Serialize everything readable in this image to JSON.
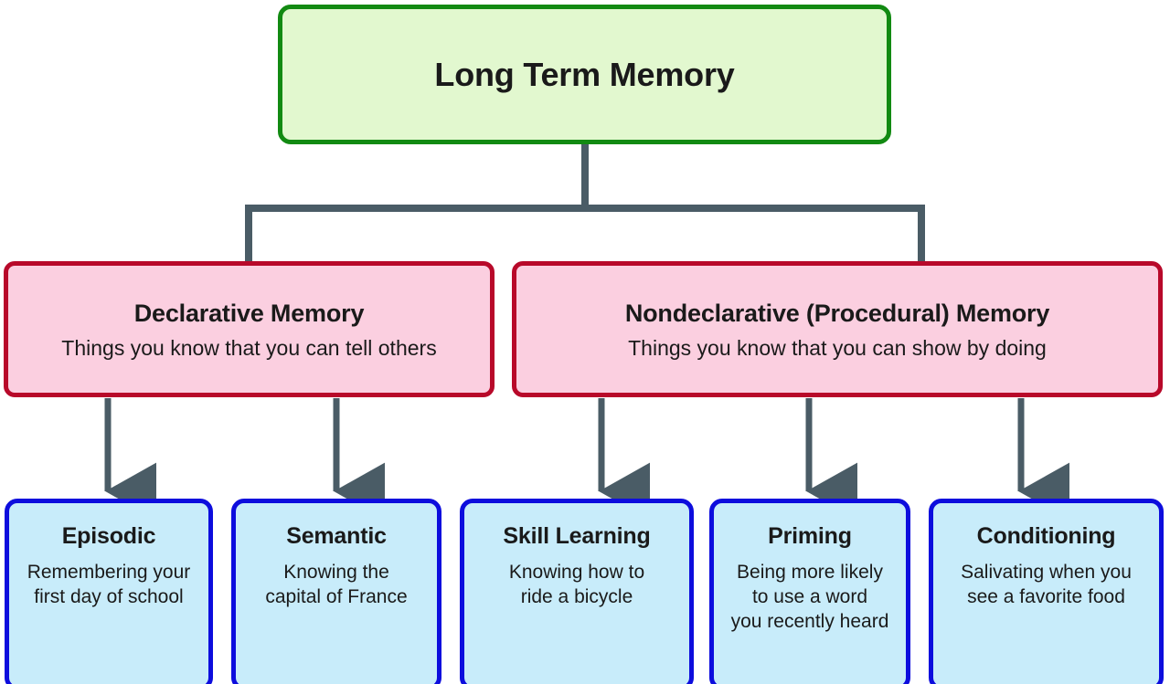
{
  "diagram": {
    "title": "Long Term Memory",
    "colors": {
      "root_fill": "#e2f8cf",
      "root_border": "#128a12",
      "level2_fill": "#fbcfe0",
      "level2_border": "#b8092a",
      "level3_fill": "#c8ecfa",
      "level3_border": "#0d0ddd",
      "connector": "#4a5c66",
      "background": "#ffffff",
      "text": "#1a1a1a"
    },
    "root": {
      "title": "Long Term Memory"
    },
    "level2": [
      {
        "id": "declarative",
        "title": "Declarative Memory",
        "desc": "Things you know that you can tell others"
      },
      {
        "id": "nondeclarative",
        "title": "Nondeclarative (Procedural) Memory",
        "desc": "Things you know that you can show by doing"
      }
    ],
    "level3": [
      {
        "id": "episodic",
        "title": "Episodic",
        "desc_line1": "Remembering your",
        "desc_line2": "first day of school",
        "desc_line3": ""
      },
      {
        "id": "semantic",
        "title": "Semantic",
        "desc_line1": "Knowing the",
        "desc_line2": "capital of France",
        "desc_line3": ""
      },
      {
        "id": "skill-learning",
        "title": "Skill Learning",
        "desc_line1": "Knowing how to",
        "desc_line2": "ride a bicycle",
        "desc_line3": ""
      },
      {
        "id": "priming",
        "title": "Priming",
        "desc_line1": "Being more likely",
        "desc_line2": "to use a word",
        "desc_line3": "you recently heard"
      },
      {
        "id": "conditioning",
        "title": "Conditioning",
        "desc_line1": "Salivating when you",
        "desc_line2": "see a favorite food",
        "desc_line3": ""
      }
    ]
  }
}
